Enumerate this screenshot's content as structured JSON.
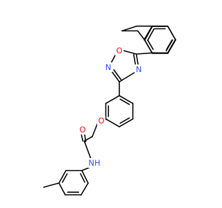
{
  "atoms": {
    "o_ring": {
      "text": "O",
      "color": "#ff0d0d"
    },
    "n_ring_left": {
      "text": "N",
      "color": "#3050f8"
    },
    "n_ring_right": {
      "text": "N",
      "color": "#3050f8"
    },
    "o_ether": {
      "text": "O",
      "color": "#ff0d0d"
    },
    "o_carbonyl": {
      "text": "O",
      "color": "#ff0d0d"
    },
    "nh_amide": {
      "text": "NH",
      "color": "#3050f8"
    }
  },
  "colors": {
    "bond": "#000000",
    "background": "#ffffff"
  }
}
